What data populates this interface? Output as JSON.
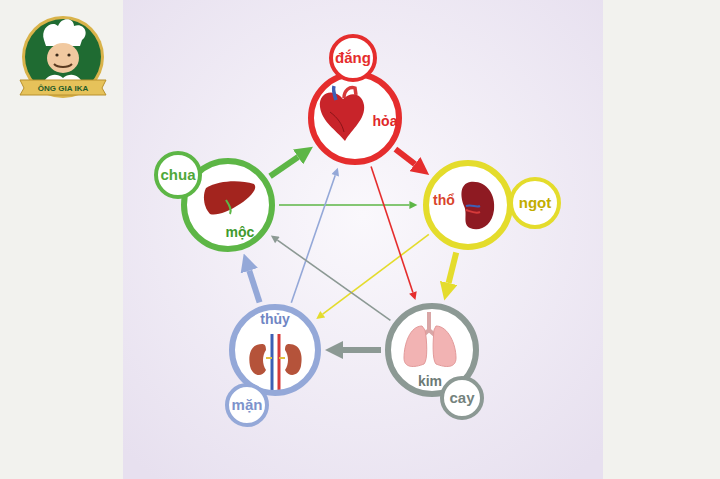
{
  "diagram": {
    "nodes": [
      {
        "text": [
          "đắng"
        ]
      },
      {
        "text": [
          "hỏa"
        ]
      },
      {
        "text": [
          "chua"
        ]
      },
      {
        "text": [
          "mộc"
        ]
      },
      {
        "text": [
          "thổ"
        ]
      },
      {
        "text": [
          "ngọt"
        ]
      },
      {
        "text": [
          "thủy"
        ]
      },
      {
        "text": [
          "kim"
        ]
      },
      {
        "text": [
          "mặn"
        ]
      },
      {
        "text": [
          "cay"
        ]
      }
    ],
    "edges": [
      {
        "from": 3,
        "to": 1,
        "arrow": "to"
      },
      {
        "from": 1,
        "to": 4,
        "arrow": "to"
      },
      {
        "from": 4,
        "to": 7,
        "arrow": "to"
      },
      {
        "from": 7,
        "to": 6,
        "arrow": "to"
      },
      {
        "from": 6,
        "to": 3,
        "arrow": "to"
      },
      {
        "from": 3,
        "to": 4,
        "arrow": "to"
      },
      {
        "from": 4,
        "to": 6,
        "arrow": "to"
      },
      {
        "from": 6,
        "to": 1,
        "arrow": "to"
      },
      {
        "from": 1,
        "to": 7,
        "arrow": "to"
      },
      {
        "from": 7,
        "to": 3,
        "arrow": "to"
      }
    ],
    "labels": [
      "ÔNG GIA IKA"
    ]
  }
}
